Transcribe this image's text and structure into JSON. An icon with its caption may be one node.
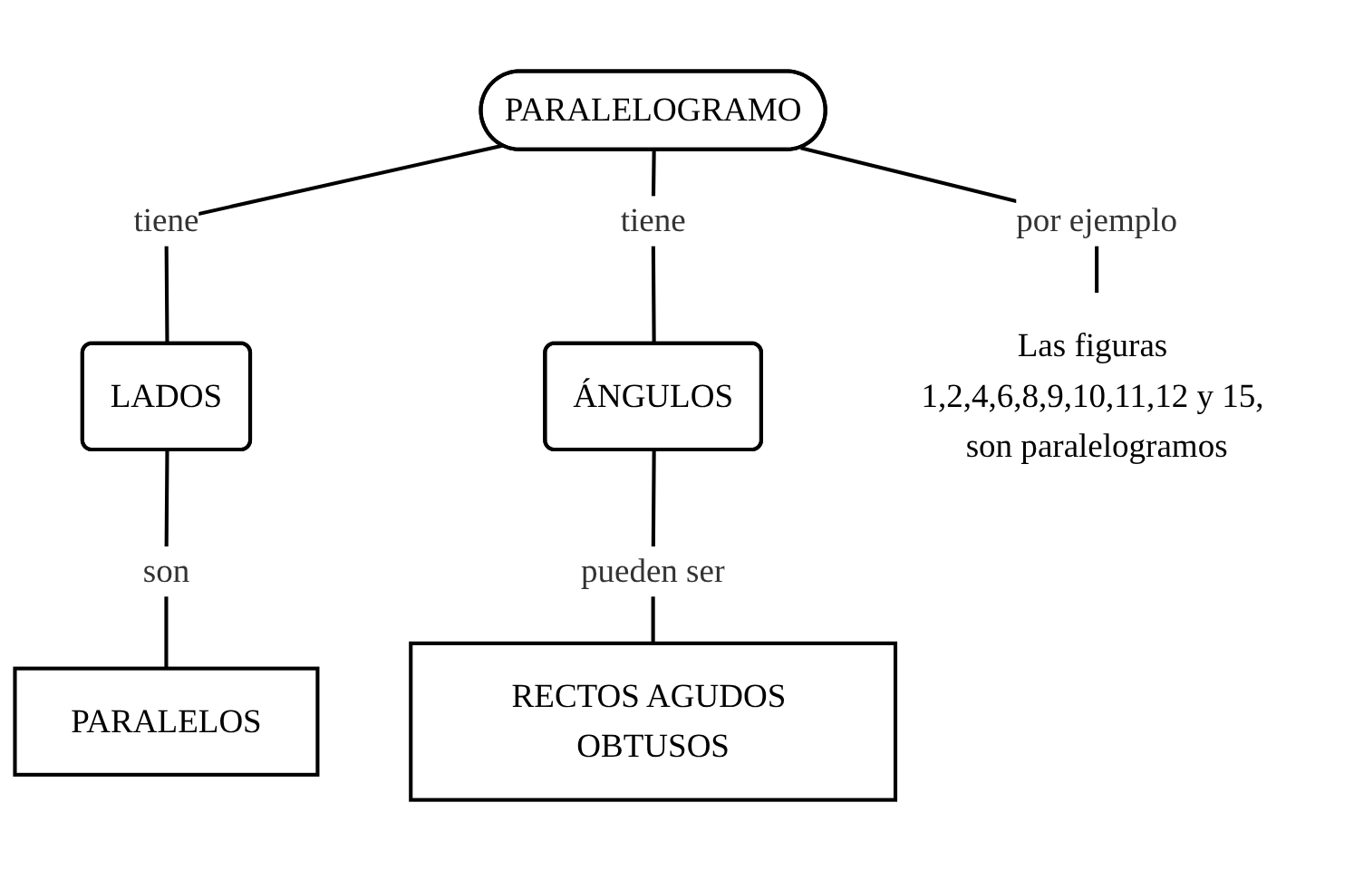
{
  "diagram": {
    "nodes": [
      {
        "text": [
          "PARALELOGRAMO"
        ]
      },
      {
        "text": [
          "LADOS"
        ]
      },
      {
        "text": [
          "ÁNGULOS"
        ]
      },
      {
        "text": [
          "PARALELOS"
        ]
      },
      {
        "text": [
          "RECTOS AGUDOS OBTUSOS"
        ]
      },
      {
        "text": [
          "Las figuras 1,2,4,6,8,9,10,11,12 y 15, son paralelogramos"
        ]
      }
    ],
    "edges": [
      {
        "from": 0,
        "to": 1,
        "arrow": "none",
        "label": "tiene"
      },
      {
        "from": 0,
        "to": 2,
        "arrow": "none",
        "label": "tiene"
      },
      {
        "from": 1,
        "to": 3,
        "arrow": "none",
        "label": "son"
      },
      {
        "from": 2,
        "to": 4,
        "arrow": "none",
        "label": "pueden ser"
      },
      {
        "from": 0,
        "to": 5,
        "arrow": "none",
        "label": "por ejemplo"
      }
    ]
  }
}
